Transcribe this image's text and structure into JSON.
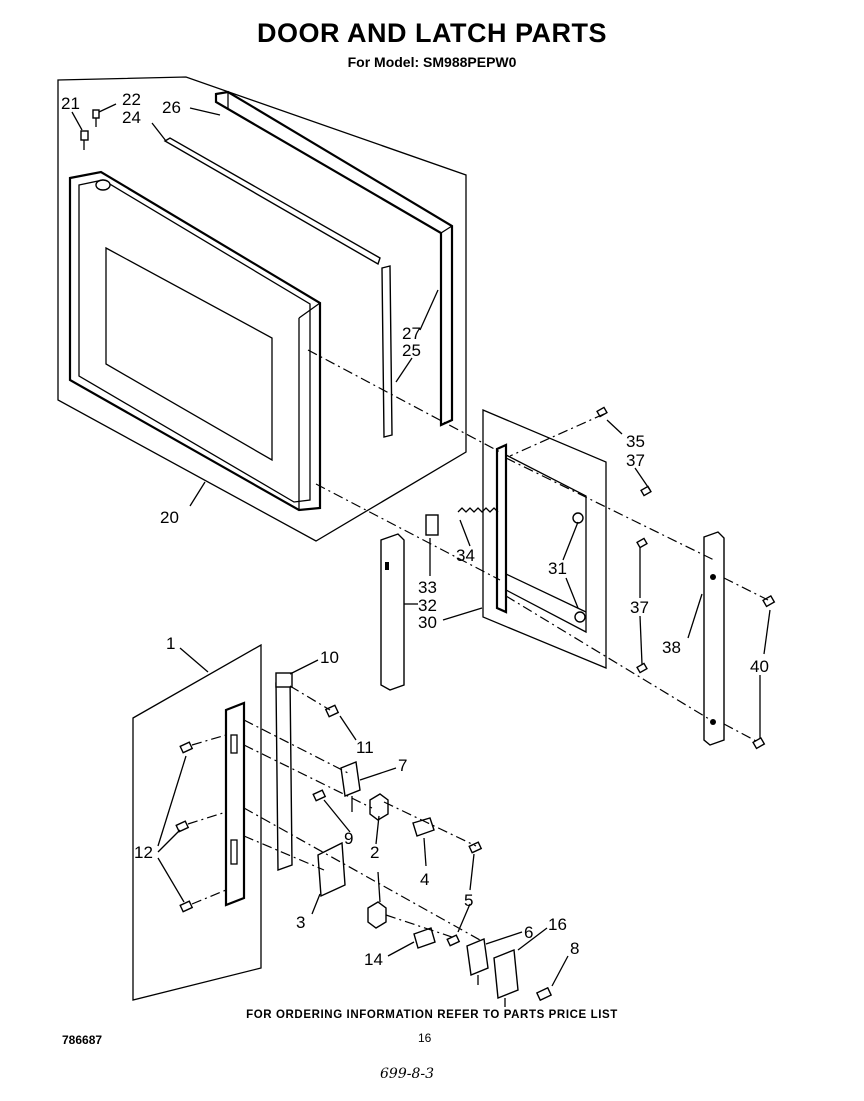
{
  "header": {
    "title": "DOOR AND LATCH PARTS",
    "subtitle": "For Model: SM988PEPW0"
  },
  "callouts": {
    "c1": "1",
    "c2": "2",
    "c3": "3",
    "c4": "4",
    "c5": "5",
    "c6": "6",
    "c7": "7",
    "c8": "8",
    "c9": "9",
    "c10": "10",
    "c11": "11",
    "c12": "12",
    "c14": "14",
    "c16": "16",
    "c20": "20",
    "c21": "21",
    "c22": "22",
    "c24": "24",
    "c25": "25",
    "c26": "26",
    "c27": "27",
    "c30": "30",
    "c31": "31",
    "c32": "32",
    "c33": "33",
    "c34": "34",
    "c35": "35",
    "c37a": "37",
    "c37b": "37",
    "c38": "38",
    "c40": "40"
  },
  "footer": {
    "ordering_note": "FOR ORDERING INFORMATION REFER TO PARTS PRICE LIST",
    "document_number": "786687",
    "page_number": "16",
    "handwritten_note": "699-8-3"
  }
}
